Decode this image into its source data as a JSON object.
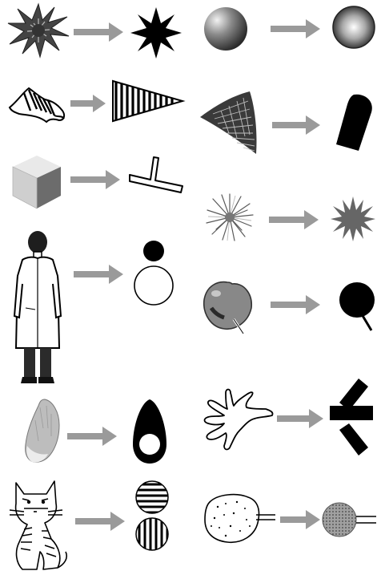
{
  "colors": {
    "arrow": "#9a9a9a",
    "ink": "#000000",
    "paper": "#ffffff",
    "shade": "#6f6f6f",
    "dots": "#8c8c8c"
  },
  "pairs": [
    {
      "object": "spiky-ball",
      "abstraction": "eight-point-star"
    },
    {
      "object": "shaded-sphere",
      "abstraction": "gradient-circle"
    },
    {
      "object": "striped-cloth",
      "abstraction": "striped-triangle"
    },
    {
      "object": "bristle-brush-cone",
      "abstraction": "black-rounded-bar"
    },
    {
      "object": "shaded-cube",
      "abstraction": "t-shape-outline"
    },
    {
      "object": "fuzzy-flower",
      "abstraction": "spiky-star"
    },
    {
      "object": "man-in-lab-coat",
      "abstraction": "two-circles-head-body"
    },
    {
      "object": "apple",
      "abstraction": "lollipop-shape"
    },
    {
      "object": "potato",
      "abstraction": "ring-blob"
    },
    {
      "object": "hand-outline",
      "abstraction": "chevron-bars"
    },
    {
      "object": "tabby-cat",
      "abstraction": "two-striped-circles"
    },
    {
      "object": "bread-on-stick",
      "abstraction": "dotted-circle-on-stick"
    }
  ]
}
